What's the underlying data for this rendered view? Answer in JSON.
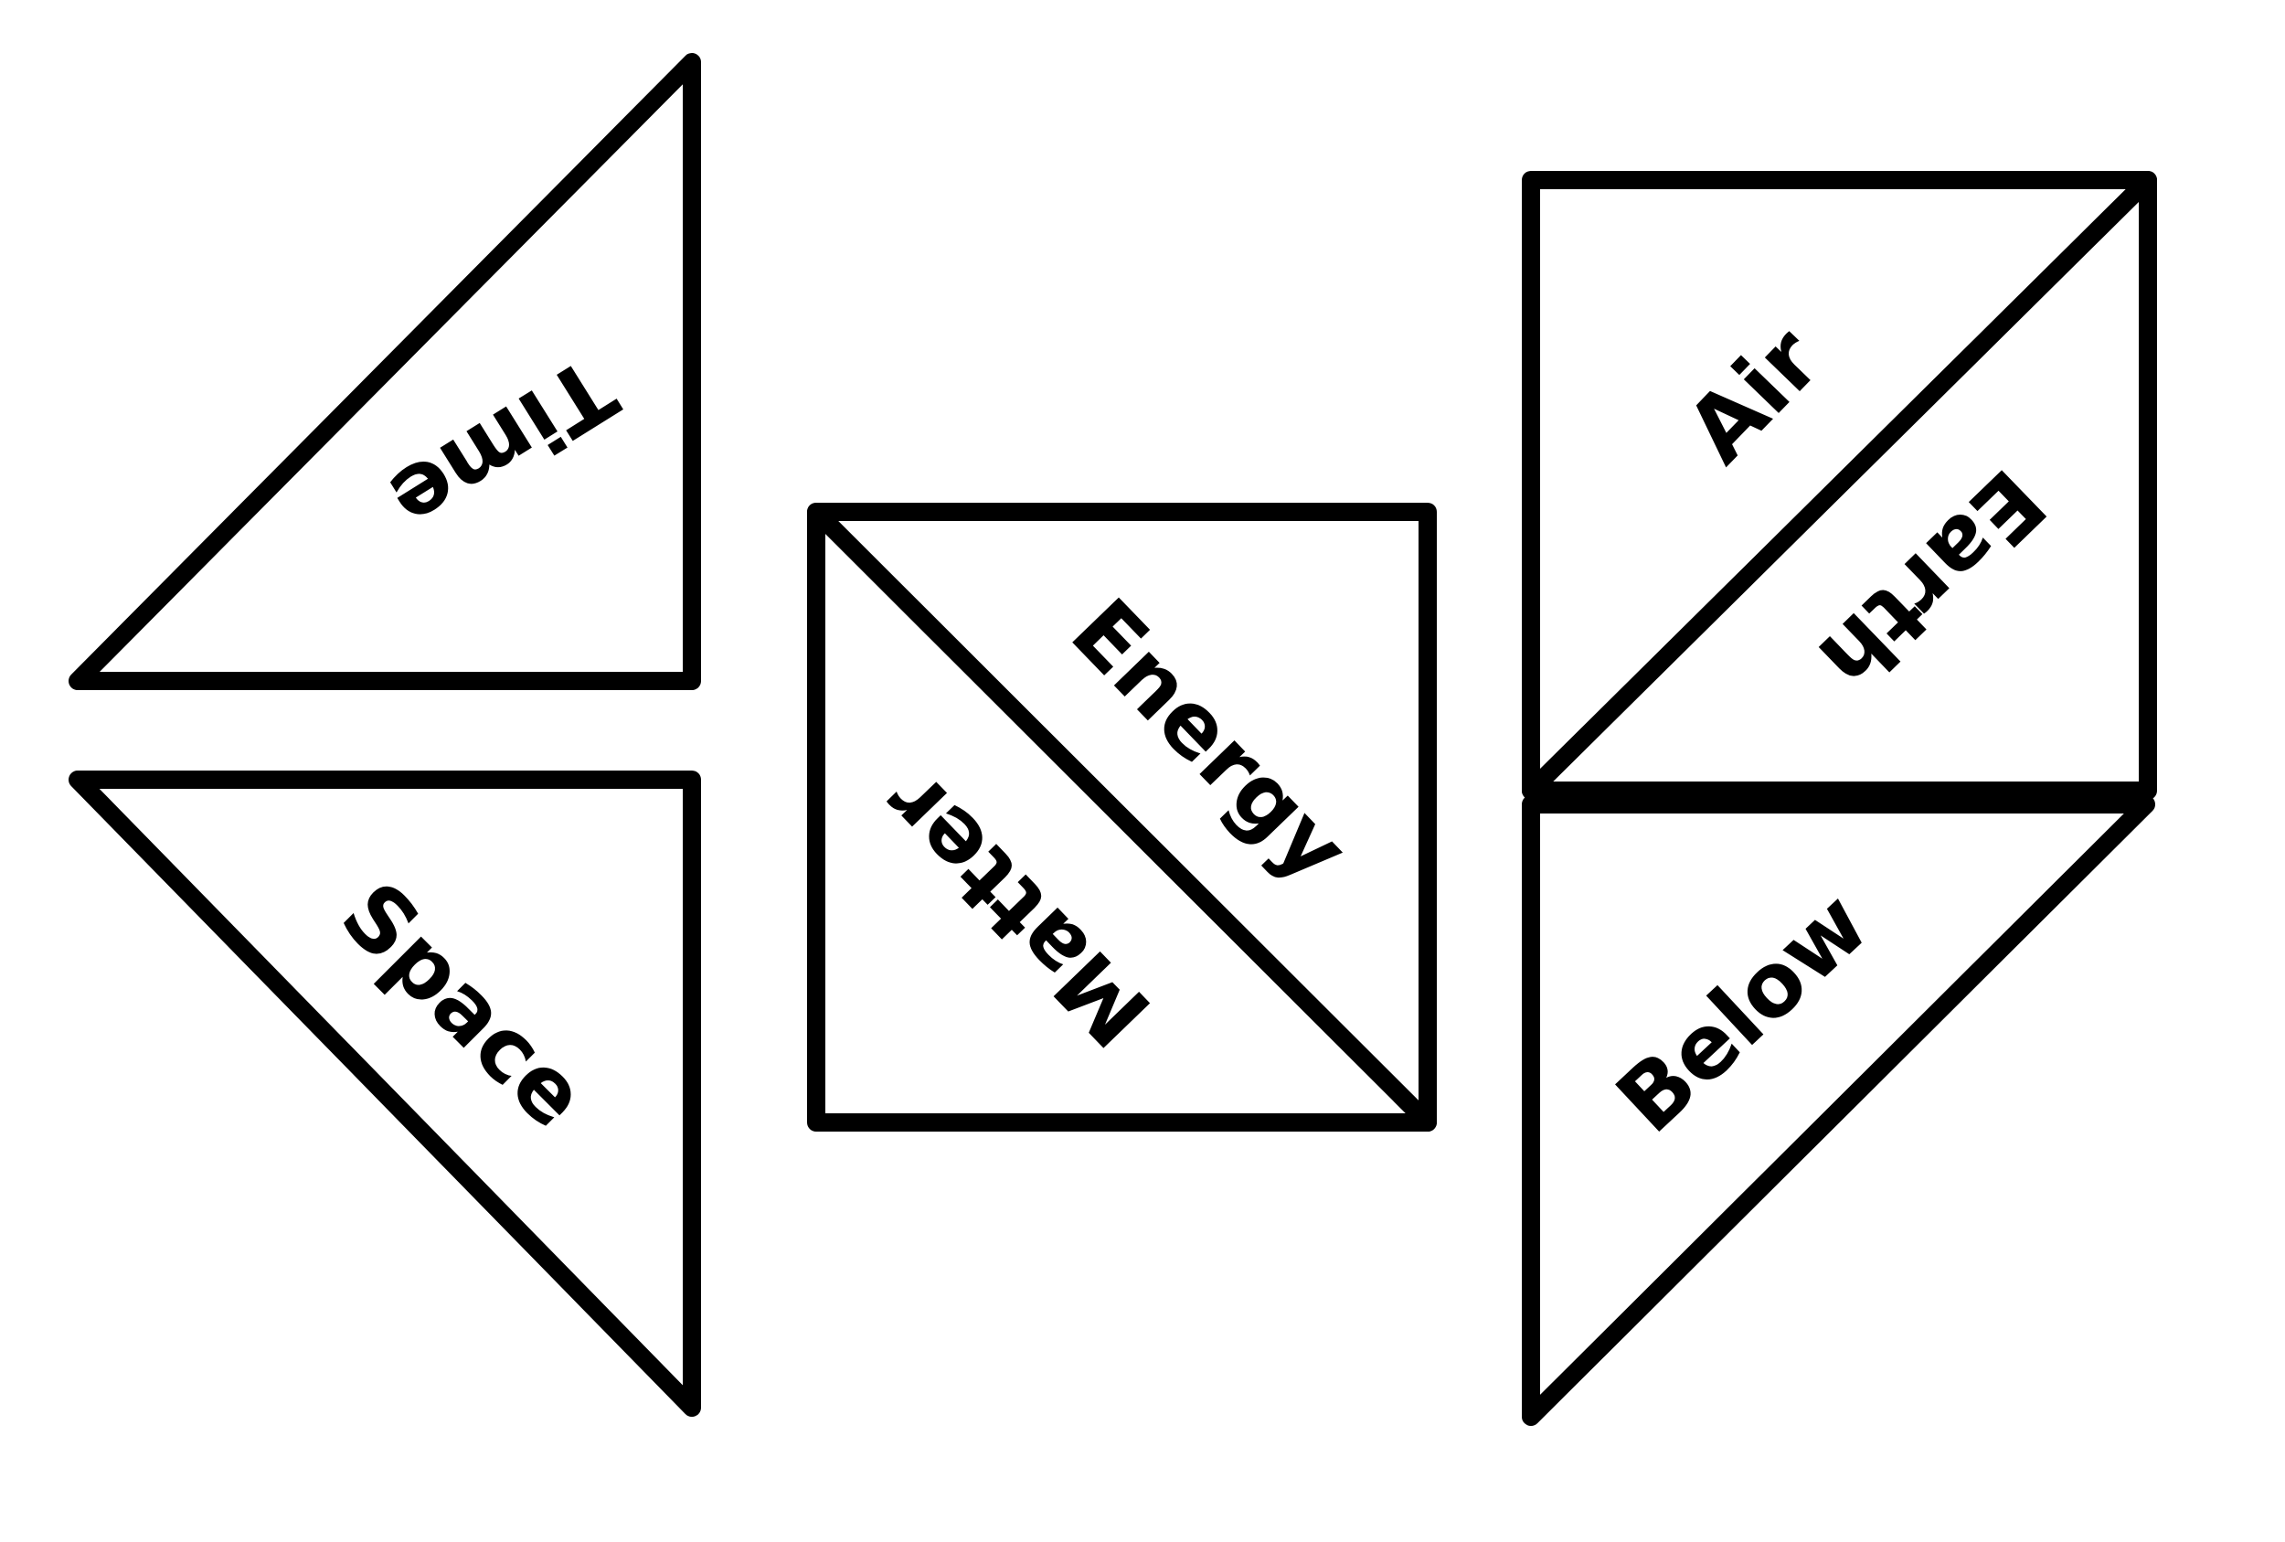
{
  "canvas": {
    "background_color": "#ffffff",
    "piece_fill_color": "#ffffff",
    "outline_color": "#000000",
    "text_color": "#000000"
  },
  "puzzle": {
    "pieces": [
      {
        "shape": "right-triangle",
        "labels": [
          {
            "text": "Time"
          }
        ]
      },
      {
        "shape": "right-triangle",
        "labels": [
          {
            "text": "Space"
          }
        ]
      },
      {
        "shape": "square-split-diagonally",
        "labels": [
          {
            "text": "Energy"
          },
          {
            "text": "Matter"
          }
        ]
      },
      {
        "shape": "square-split-diagonally",
        "labels": [
          {
            "text": "Air"
          },
          {
            "text": "Earth"
          }
        ]
      },
      {
        "shape": "right-triangle",
        "labels": [
          {
            "text": "Below"
          }
        ]
      }
    ]
  }
}
